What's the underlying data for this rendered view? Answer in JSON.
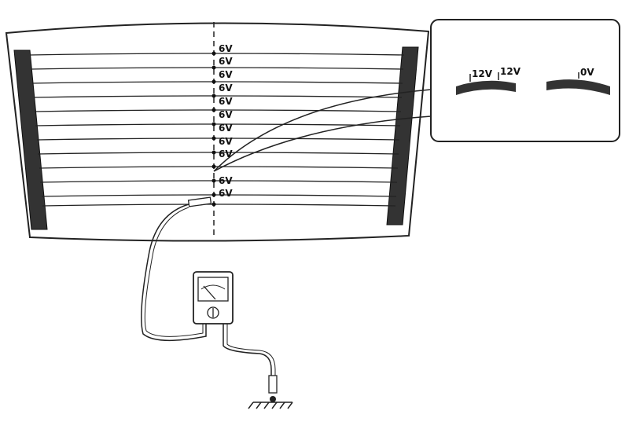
{
  "diagram": {
    "grid_line_labels": [
      "6V",
      "6V",
      "6V",
      "6V",
      "6V",
      "6V",
      "6V",
      "6V",
      "6V",
      "",
      "6V",
      "6V"
    ],
    "inset": {
      "left_gauge_labels": [
        "12V",
        "12V"
      ],
      "right_gauge_label": "0V"
    }
  }
}
